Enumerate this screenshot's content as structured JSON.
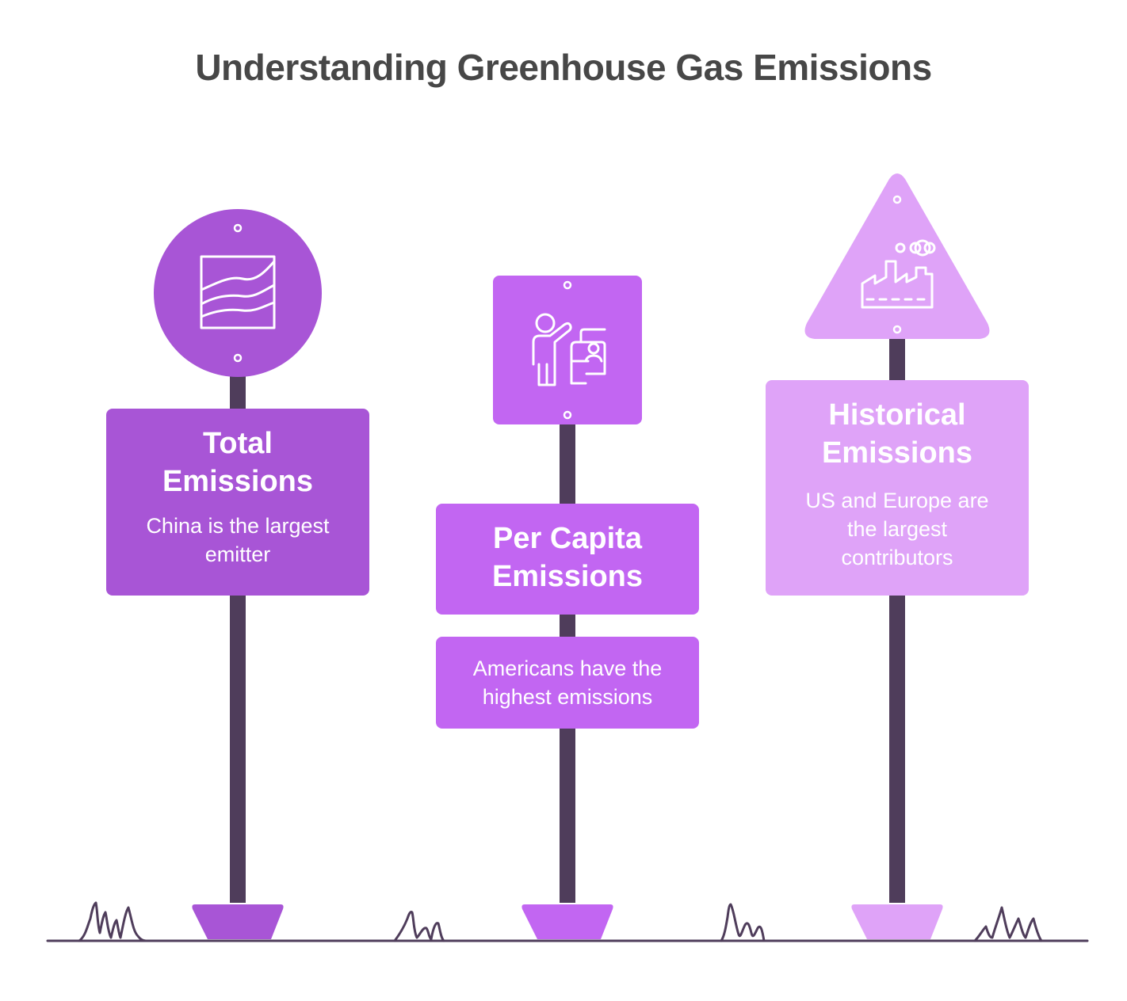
{
  "title": "Understanding Greenhouse Gas Emissions",
  "signs": [
    {
      "heading": "Total Emissions",
      "heading_lines": [
        "Total",
        "Emissions"
      ],
      "description_lines": [
        "China is the largest",
        "emitter"
      ],
      "icon": "area-chart-icon",
      "shape": "circle",
      "color": "#a855d6"
    },
    {
      "heading": "Per Capita Emissions",
      "heading_lines": [
        "Per Capita",
        "Emissions"
      ],
      "description_lines": [
        "Americans have the",
        "highest emissions"
      ],
      "icon": "person-presenting-icon",
      "shape": "square",
      "color": "#c266f2"
    },
    {
      "heading": "Historical Emissions",
      "heading_lines": [
        "Historical",
        "Emissions"
      ],
      "description_lines": [
        "US and Europe are",
        "the largest",
        "contributors"
      ],
      "icon": "factory-icon",
      "shape": "triangle",
      "color": "#dfa3f8"
    }
  ],
  "colors": {
    "pole": "#4f3d5b",
    "ground": "#4f3d5b",
    "title_text": "#474747",
    "panel_text": "#ffffff"
  }
}
